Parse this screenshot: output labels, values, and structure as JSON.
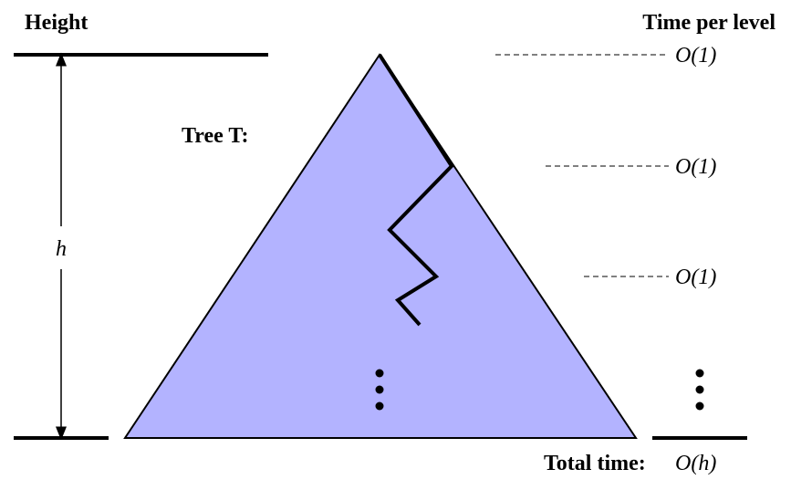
{
  "labels": {
    "height": "Height",
    "time_per_level": "Time per level",
    "tree": "Tree T:",
    "h": "h",
    "total_time_label": "Total time:",
    "total_time_value": "O(h)"
  },
  "levels": [
    {
      "time": "O(1)"
    },
    {
      "time": "O(1)"
    },
    {
      "time": "O(1)"
    }
  ],
  "colors": {
    "triangle_fill": "#b3b3ff",
    "stroke": "#000000"
  }
}
